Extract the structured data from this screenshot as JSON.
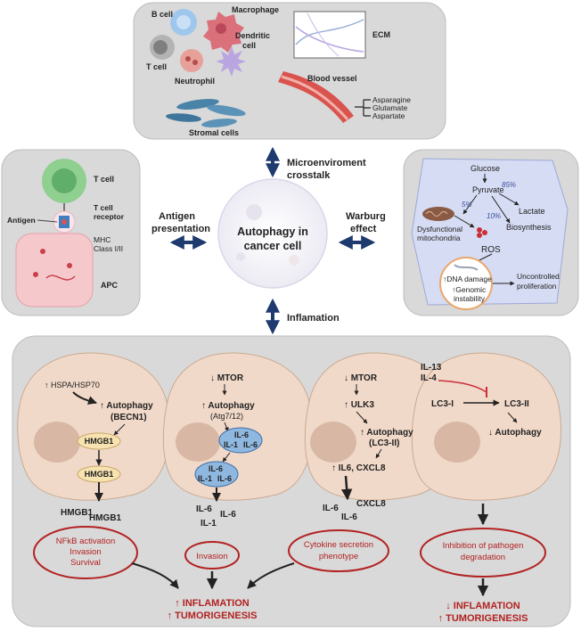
{
  "center": {
    "title_line1": "Autophagy in",
    "title_line2": "cancer cell"
  },
  "links": {
    "top_line1": "Microenviroment",
    "top_line2": "crosstalk",
    "left_line1": "Antigen",
    "left_line2": "presentation",
    "right_line1": "Warburg",
    "right_line2": "effect",
    "bottom": "Inflamation"
  },
  "microenvironment": {
    "b_cell": "B cell",
    "macrophage": "Macrophage",
    "t_cell": "T cell",
    "dendritic_line1": "Dendritic",
    "dendritic_line2": "cell",
    "neutrophil": "Neutrophil",
    "ecm": "ECM",
    "blood_vessel": "Blood vessel",
    "asparagine": "Asparagine",
    "glutamate": "Glutamate",
    "aspartate": "Aspartate",
    "stromal": "Stromal cells"
  },
  "antigen_panel": {
    "t_cell": "T cell",
    "receptor_line1": "T cell",
    "receptor_line2": "receptor",
    "antigen": "Antigen",
    "mhc_line1": "MHC",
    "mhc_line2": "Class I/II",
    "apc": "APC"
  },
  "warburg_panel": {
    "glucose": "Glucose",
    "pyruvate": "Pyruvate",
    "pct_85": "85%",
    "pct_5": "5%",
    "pct_10": "10%",
    "lactate": "Lactate",
    "biosynthesis": "Biosynthesis",
    "dysfunctional_line1": "Dysfunctional",
    "dysfunctional_line2": "mitochondria",
    "ros": "ROS",
    "dna_damage": "↑DNA damage",
    "genomic_line1": "↑Genomic",
    "genomic_line2": "instability",
    "uncontrolled_line1": "Uncontrolled",
    "uncontrolled_line2": "proliferation"
  },
  "inflammation": {
    "cell1": {
      "hsp": "↑ HSPA/HSP70",
      "autophagy": "↑ Autophagy",
      "becn1": "(BECN1)",
      "hmgb1_a": "HMGB1",
      "hmgb1_b": "HMGB1",
      "out1": "HMGB1",
      "out2": "HMGB1"
    },
    "cell2": {
      "mtor": "↓ MTOR",
      "autophagy": "↑ Autophagy",
      "atg": "(Atg7/12)",
      "il6_a": "IL-6",
      "il1_a": "IL-1",
      "il6_b": "IL-6",
      "il6_c": "IL-6",
      "il1_b": "IL-1",
      "il6_d": "IL-6",
      "out_il6a": "IL-6",
      "out_il6b": "IL-6",
      "out_il1": "IL-1"
    },
    "cell3": {
      "mtor": "↓ MTOR",
      "ulk3": "↑ ULK3",
      "autophagy": "↑ Autophagy",
      "lc3": "(LC3-II)",
      "il6cxcl8": "↑ IL6, CXCL8",
      "out_il6a": "IL-6",
      "out_cxcl8": "CXCL8",
      "out_il6b": "IL-6"
    },
    "cell4": {
      "il13": "IL-13",
      "il4": "IL-4",
      "lc3i": "LC3-I",
      "lc3ii": "LC3-II",
      "autophagy": "↓ Autophagy"
    },
    "ovals": {
      "nfkb_line1": "NFkB activation",
      "nfkb_line2": "Invasion",
      "nfkb_line3": "Survival",
      "invasion": "Invasion",
      "cytokine_line1": "Cytokine secretion",
      "cytokine_line2": "phenotype",
      "pathogen_line1": "Inhibition of pathogen",
      "pathogen_line2": "degradation"
    },
    "outcome_left_line1": "↑ INFLAMATION",
    "outcome_left_line2": "↑ TUMORIGENESIS",
    "outcome_right_line1": "↓ INFLAMATION",
    "outcome_right_line2": "↑ TUMORIGENESIS"
  },
  "colors": {
    "panel": "#d9d9d9",
    "cell": "#f1d9c9",
    "cell_stroke": "#c9a990",
    "nucleus": "#d8b8a5",
    "arrow": "#1e3a6e",
    "accent_red": "#b22222",
    "hmgb1": "#f7e3b0",
    "il_blob": "#8fb8e0"
  }
}
